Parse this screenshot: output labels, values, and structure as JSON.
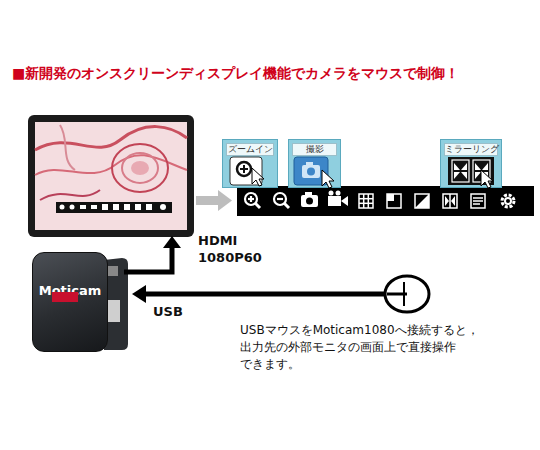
{
  "diagram": {
    "title": "■新開発のオンスクリーンディスプレイ機能でカメラをマウスで制御！",
    "nodes": [
      {
        "text": [
          "ズームイン"
        ]
      },
      {
        "text": [
          "撮影"
        ]
      },
      {
        "text": [
          "ミラーリング"
        ]
      },
      {
        "text": [
          "Moticam"
        ]
      }
    ],
    "labels": [
      "HDMI 1080P60",
      "USB",
      "USBマウスをMoticam1080へ接続すると， 出力先の外部モニタの画面上で直接操作 できます。"
    ]
  }
}
